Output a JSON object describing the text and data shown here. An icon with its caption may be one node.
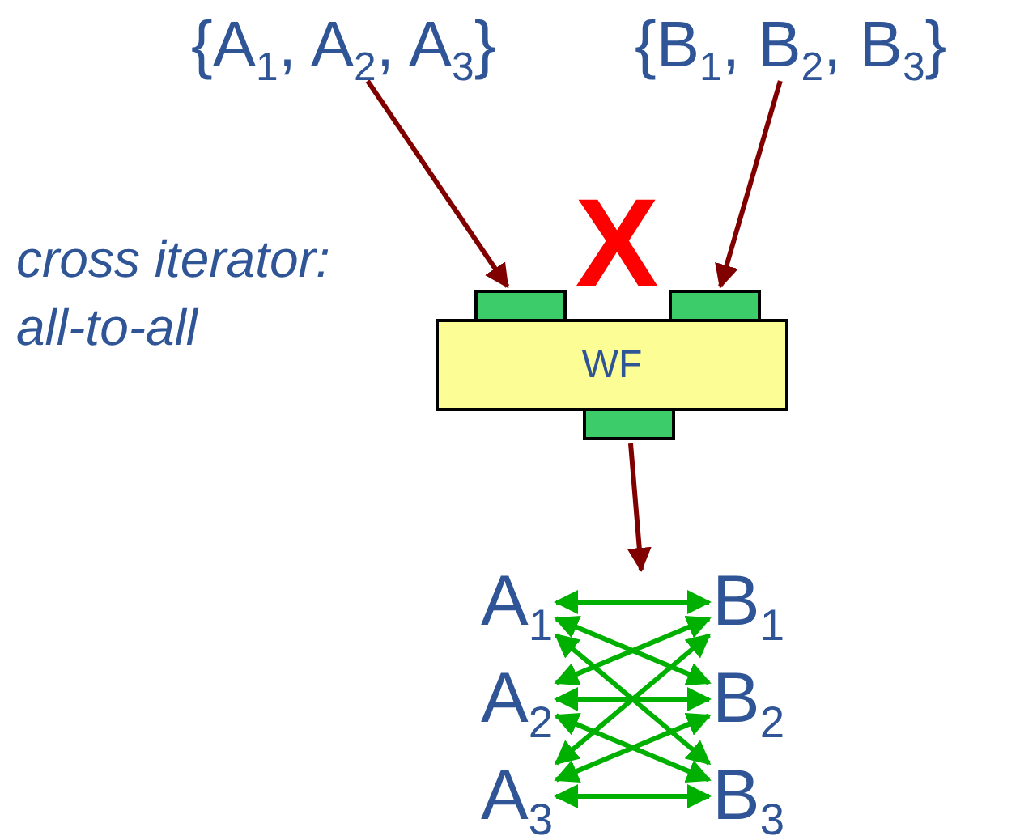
{
  "diagram": {
    "nodes": [
      {
        "text": [
          "{A$_{1}$, A$_{2}$, A$_{3}$}"
        ]
      },
      {
        "text": [
          "{B$_{1}$, B$_{2}$, B$_{3}$}"
        ]
      },
      {
        "text": [],
        "shape": "box"
      },
      {
        "text": [],
        "shape": "box"
      },
      {
        "text": [
          "WF"
        ]
      },
      {
        "text": [],
        "shape": "box"
      },
      {
        "text": [
          "A$_{1}$"
        ]
      },
      {
        "text": [
          "B$_{1}$"
        ]
      },
      {
        "text": [
          "A$_{2}$"
        ]
      },
      {
        "text": [
          "B$_{2}$"
        ]
      },
      {
        "text": [
          "A$_{3}$"
        ]
      },
      {
        "text": [
          "B$_{3}$"
        ]
      }
    ],
    "edges": [
      {
        "from": 0,
        "to": 2,
        "arrow": "to",
        "color": "#800000"
      },
      {
        "from": 1,
        "to": 3,
        "arrow": "to",
        "color": "#800000"
      },
      {
        "from": 5,
        "to": null,
        "arrow": "to",
        "color": "#800000"
      },
      {
        "from": 6,
        "to": 7,
        "arrow": "both"
      },
      {
        "from": 6,
        "to": 9,
        "arrow": "both"
      },
      {
        "from": 6,
        "to": 11,
        "arrow": "both"
      },
      {
        "from": 8,
        "to": 7,
        "arrow": "both"
      },
      {
        "from": 8,
        "to": 9,
        "arrow": "both"
      },
      {
        "from": 8,
        "to": 11,
        "arrow": "both"
      },
      {
        "from": 10,
        "to": 7,
        "arrow": "both"
      },
      {
        "from": 10,
        "to": 9,
        "arrow": "both"
      },
      {
        "from": 10,
        "to": 11,
        "arrow": "both"
      }
    ],
    "labels": [
      "X",
      "cross iterator: all-to-all"
    ]
  }
}
